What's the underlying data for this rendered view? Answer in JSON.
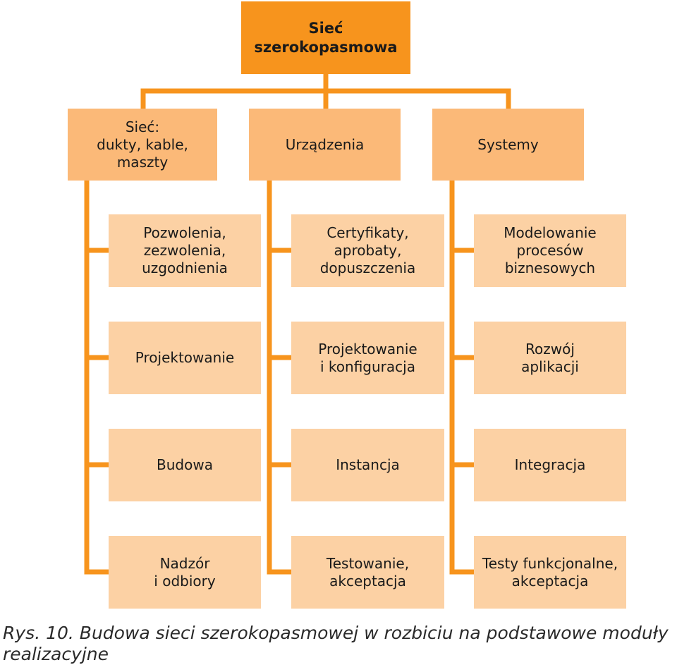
{
  "root": {
    "label": "Sieć\nszerokopasmowa"
  },
  "columns": [
    {
      "label": "Sieć:\ndukty, kable,\nmaszty",
      "items": [
        "Pozwolenia,\nzezwolenia,\nuzgodnienia",
        "Projektowanie",
        "Budowa",
        "Nadzór\ni odbiory"
      ]
    },
    {
      "label": "Urządzenia",
      "items": [
        "Certyfikaty,\naprobaty,\ndopuszczenia",
        "Projektowanie\ni konfiguracja",
        "Instancja",
        "Testowanie,\nakceptacja"
      ]
    },
    {
      "label": "Systemy",
      "items": [
        "Modelowanie\nprocesów\nbiznesowych",
        "Rozwój\naplikacji",
        "Integracja",
        "Testy funkcjonalne,\nakceptacja"
      ]
    }
  ],
  "caption": "Rys. 10. Budowa sieci szerokopasmowej w rozbiciu na podstawowe moduły realizacyjne",
  "colors": {
    "root": "#f7941d",
    "branch": "#fbb978",
    "leaf": "#fcd1a4",
    "connector": "#f7941d"
  }
}
